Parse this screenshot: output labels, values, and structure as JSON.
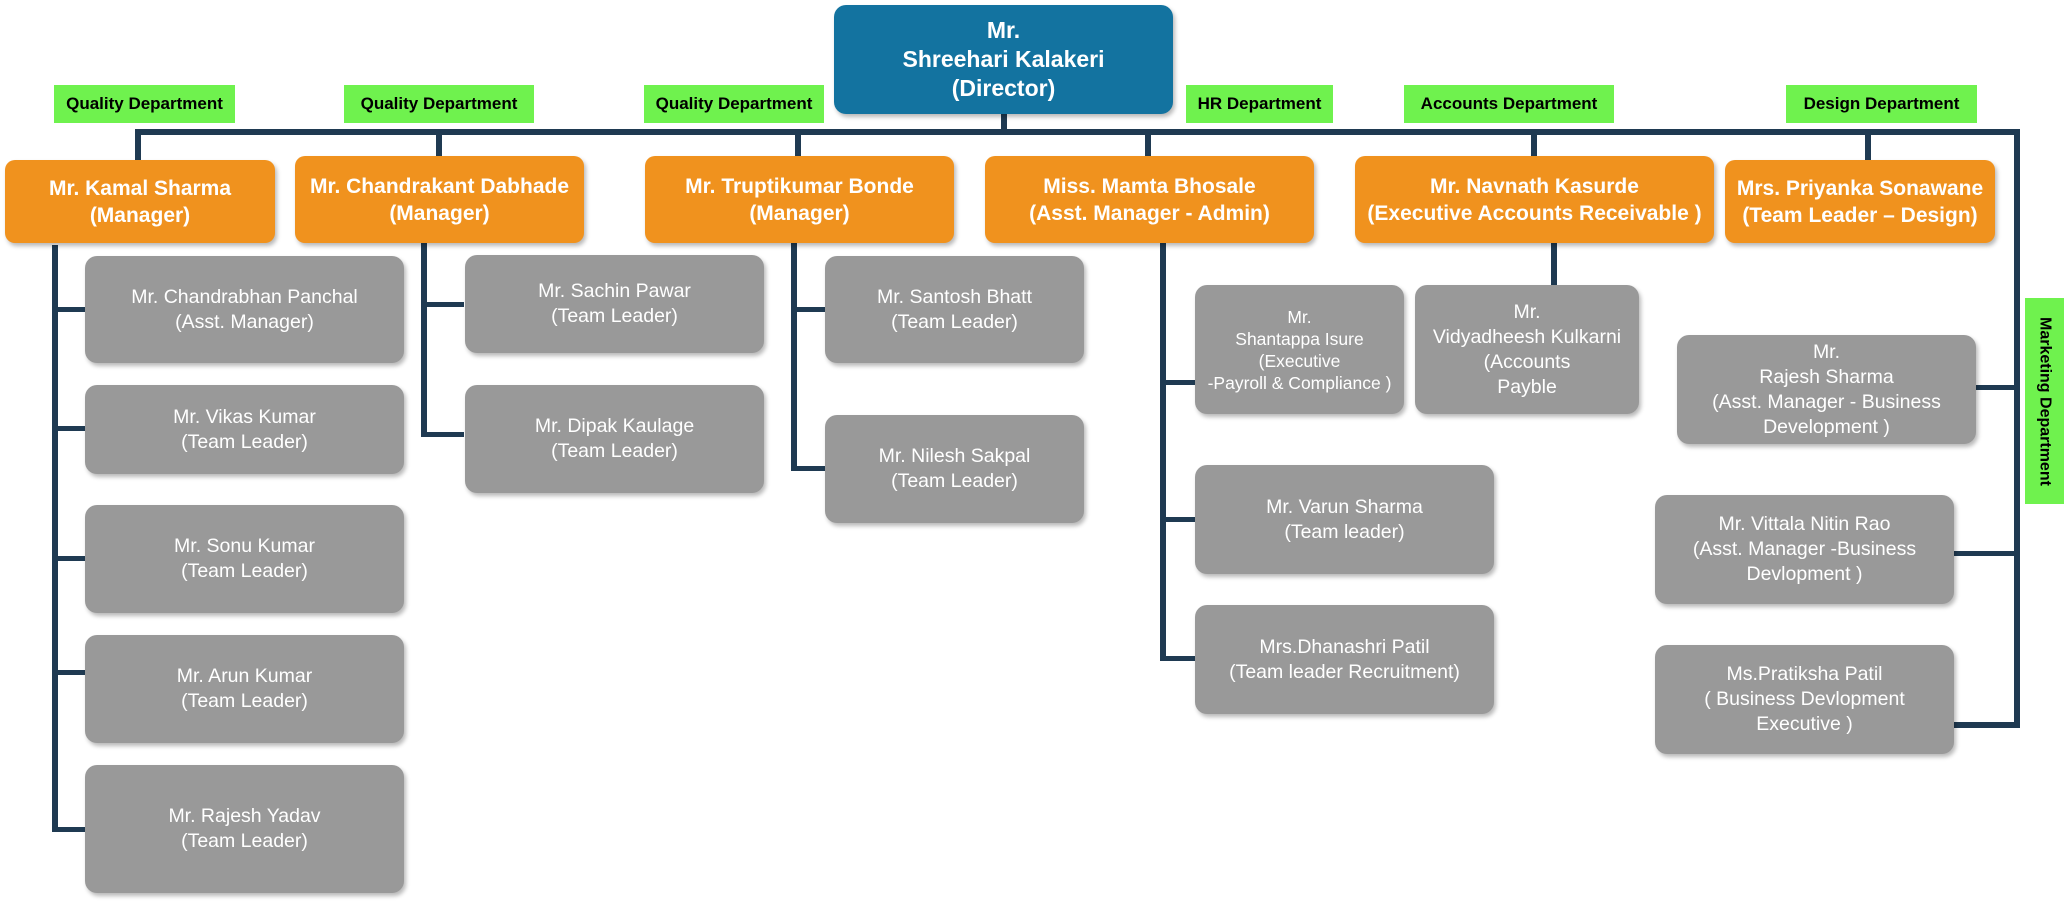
{
  "director": {
    "text": "Mr.\nShreehari Kalakeri\n(Director)"
  },
  "departments": [
    "Quality Department",
    "Quality Department",
    "Quality Department",
    "HR Department",
    "Accounts Department",
    "Design Department",
    "Marketing Department"
  ],
  "managers": [
    "Mr. Kamal Sharma\n(Manager)",
    "Mr. Chandrakant Dabhade\n(Manager)",
    "Mr. Truptikumar Bonde\n(Manager)",
    "Miss. Mamta Bhosale\n(Asst. Manager  - Admin)",
    "Mr. Navnath Kasurde\n(Executive Accounts Receivable )",
    "Mrs. Priyanka Sonawane\n(Team Leader – Design)"
  ],
  "kamal_team": [
    "Mr. Chandrabhan Panchal\n(Asst. Manager)",
    "Mr. Vikas Kumar\n(Team Leader)",
    "Mr. Sonu Kumar\n(Team Leader)",
    "Mr. Arun Kumar\n(Team Leader)",
    "Mr. Rajesh Yadav\n(Team Leader)"
  ],
  "chandrakant_team": [
    "Mr. Sachin Pawar\n(Team Leader)",
    "Mr. Dipak Kaulage\n(Team Leader)"
  ],
  "trupti_team": [
    "Mr. Santosh Bhatt\n(Team Leader)",
    "Mr. Nilesh Sakpal\n(Team Leader)"
  ],
  "mamta_team": [
    "Mr.\nShantappa Isure\n(Executive\n-Payroll & Compliance )",
    "Mr. Varun Sharma\n(Team leader)",
    "Mrs.Dhanashri Patil\n(Team leader Recruitment)"
  ],
  "navnath_team": [
    "Mr.\nVidyadheesh Kulkarni\n(Accounts\nPayble"
  ],
  "marketing_team": [
    "Mr.\nRajesh Sharma\n(Asst. Manager - Business\nDevelopment )",
    "Mr. Vittala Nitin Rao\n(Asst. Manager -Business\nDevlopment )",
    "Ms.Pratiksha Patil\n( Business Devlopment\nExecutive )"
  ]
}
